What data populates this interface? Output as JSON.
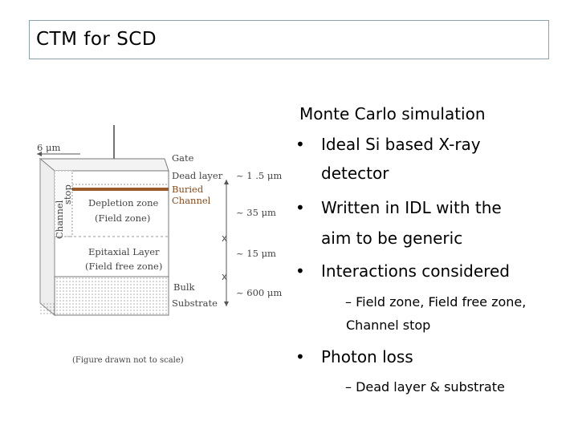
{
  "title": "CTM  for SCD",
  "figure": {
    "top_label": "6 μm",
    "layers": [
      "Gate",
      "Dead layer",
      "Buried",
      "Channel",
      "Bulk",
      "Substrate"
    ],
    "zones": [
      "Depletion zone",
      "(Field zone)",
      "Epitaxial Layer",
      "(Field free zone)"
    ],
    "channel_stop": [
      "Channel",
      "stop"
    ],
    "depths": [
      "~ 1 .5 μm",
      "~ 35  μm",
      "~ 15  μm",
      "~ 600 μm"
    ],
    "caption": "(Figure drawn not to scale)"
  },
  "content": {
    "heading": "Monte Carlo simulation",
    "bullet1_line1": "Ideal Si based X-ray",
    "bullet1_line2": "detector",
    "bullet2_line1": "Written in IDL with the",
    "bullet2_line2": "aim to be generic",
    "bullet3": "Interactions considered",
    "sub3_line1": "–  Field zone, Field free zone,",
    "sub3_line2": "Channel stop",
    "bullet4": "Photon loss",
    "sub4": "–  Dead layer & substrate",
    "bullet_symbol": "•"
  }
}
